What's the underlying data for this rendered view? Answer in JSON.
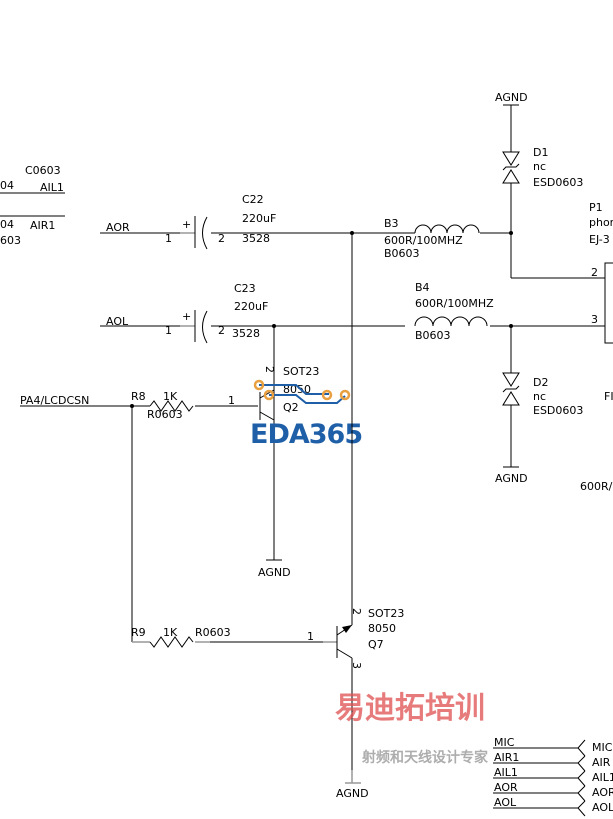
{
  "left_fragments": {
    "top_part": "C0603",
    "top_val": "04",
    "top_net": "AIL1",
    "bot_val": "04",
    "bot_net": "AIR1",
    "bot_part": "603"
  },
  "nets": {
    "aor": "AOR",
    "aol": "AOL",
    "pa4": "PA4/LCDCSN"
  },
  "c22": {
    "ref": "C22",
    "value": "220uF",
    "package": "3528",
    "pin1": "1",
    "pin2": "2",
    "plus": "+"
  },
  "c23": {
    "ref": "C23",
    "value": "220uF",
    "package": "3528",
    "pin1": "1",
    "pin2": "2",
    "plus": "+"
  },
  "b3": {
    "ref": "B3",
    "value": "600R/100MHZ",
    "package": "B0603"
  },
  "b4": {
    "ref": "B4",
    "value": "600R/100MHZ",
    "package": "B0603"
  },
  "d1": {
    "ref": "D1",
    "value": "nc",
    "package": "ESD0603",
    "gnd": "AGND"
  },
  "d2": {
    "ref": "D2",
    "value": "nc",
    "package": "ESD0603",
    "gnd": "AGND"
  },
  "p1": {
    "ref": "P1",
    "value": "phor",
    "package": "EJ-3",
    "pin2": "2",
    "pin3": "3",
    "frag1": "FI",
    "frag2": "600R/"
  },
  "r8": {
    "ref": "R8",
    "value": "1K",
    "package": "R0603",
    "pin": "1"
  },
  "r9": {
    "ref": "R9",
    "value": "1K",
    "package": "R0603",
    "pin": "1"
  },
  "q2": {
    "ref": "Q2",
    "value": "8050",
    "package": "SOT23",
    "pin": "2",
    "gnd": "AGND"
  },
  "q7": {
    "ref": "Q7",
    "value": "8050",
    "package": "SOT23",
    "pin2": "2",
    "pin3": "3",
    "gnd": "AGND"
  },
  "bus": [
    "MIC",
    "AIR1",
    "AIL1",
    "AOR",
    "AOL"
  ],
  "bus_right": [
    "MIC",
    "AIR",
    "AIL1",
    "AOR",
    "AOL"
  ],
  "watermarks": {
    "eda": "EDA365",
    "cn_main": "易迪拓培训",
    "cn_sub": "射频和天线设计专家"
  },
  "colors": {
    "wire": "#000000",
    "pin": "#999999",
    "eda_blue": "#1e5fa8",
    "pcb_orange": "#e8a040",
    "cn_red": "#e05050"
  }
}
